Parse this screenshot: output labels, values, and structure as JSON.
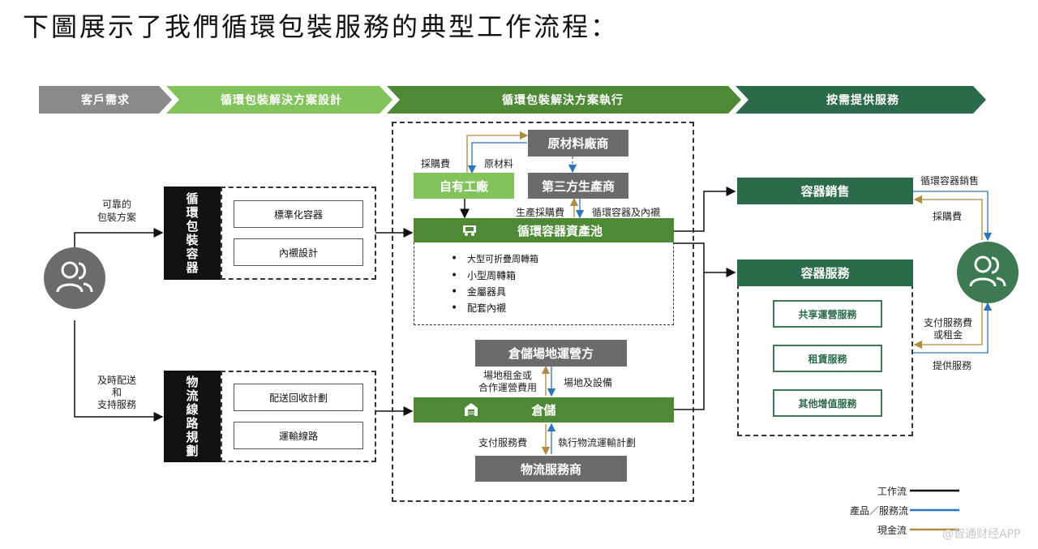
{
  "title": "下圖展示了我們循環包裝服務的典型工作流程：",
  "phases": [
    "客戶需求",
    "循環包裝解決方案設計",
    "循環包裝解決方案執行",
    "按需提供服務"
  ],
  "left": {
    "label_top": [
      "可靠的",
      "包裝方案"
    ],
    "label_bottom": [
      "及時配送",
      "和",
      "支持服務"
    ]
  },
  "design": {
    "container": {
      "title": "循環包裝容器",
      "options": [
        "標準化容器",
        "內襯設計"
      ]
    },
    "logistics": {
      "title": "物流線路規劃",
      "options": [
        "配送回收計劃",
        "運輸線路"
      ]
    }
  },
  "execution": {
    "raw_supplier": "原材料廠商",
    "own_factory": "自有工廠",
    "third_party": "第三方生產商",
    "purchase_fee": "採購費",
    "raw_material": "原材料",
    "production_fee": "生產採購費",
    "containers_liners": "循環容器及內襯",
    "pool": {
      "title": "循環容器資產池",
      "items": [
        "大型可折疊周轉箱",
        "小型周轉箱",
        "金屬器具",
        "配套內襯"
      ]
    },
    "warehouse_operator": "倉儲場地運營方",
    "rent": [
      "場地租金或",
      "合作運營費用"
    ],
    "site_equipment": "場地及設備",
    "warehouse": "倉儲",
    "pay_service": "支付服務費",
    "execute_plan": "執行物流運輸計劃",
    "logistics_provider": "物流服務商"
  },
  "service": {
    "sales": "容器銷售",
    "sales_in": "循環容器銷售",
    "sales_pay": "採購費",
    "services": {
      "title": "容器服務",
      "items": [
        "共享運營服務",
        "租賃服務",
        "其他增值服務"
      ]
    },
    "pay_rent": [
      "支付服務費",
      "或租金"
    ],
    "provide": "提供服務"
  },
  "legend": {
    "work": "工作流",
    "product": "產品／服務流",
    "cash": "現金流"
  },
  "colors": {
    "work": "#111111",
    "product": "#2e74c0",
    "cash": "#b08a3e",
    "phase_grey": "#8a8a8a",
    "phase_light": "#82c35b",
    "phase_mid": "#4e8a35",
    "phase_dark": "#2c6b49"
  },
  "watermark": "@智通财经APP"
}
